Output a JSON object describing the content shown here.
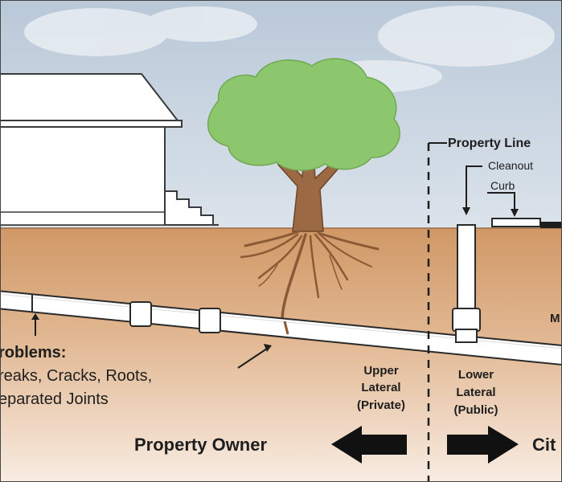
{
  "labels": {
    "property_line": "Property Line",
    "cleanout": "Cleanout",
    "curb": "Curb",
    "m_fragment": "M",
    "problems_title": "roblems:",
    "problems_line1": "reaks, Cracks, Roots,",
    "problems_line2": "eparated Joints",
    "upper": "Upper",
    "upper_lateral": "Lateral",
    "upper_private": "(Private)",
    "lower": "Lower",
    "lower_lateral": "Lateral",
    "lower_public": "(Public)",
    "property_owner": "Property Owner",
    "city_fragment": "Cit"
  },
  "colors": {
    "sky_top": "#b9c8d8",
    "sky_bottom": "#d9e2ea",
    "soil_top": "#d39a6c",
    "soil_bottom": "#f6e7da",
    "tree_canopy": "#8cc66d",
    "trunk": "#9b6a44",
    "root": "#8a5a36",
    "pipe": "#ffffff",
    "outline": "#222222",
    "text": "#1e1e1e"
  },
  "icons": {
    "left_arrow": "arrow-left-icon",
    "right_arrow": "arrow-right-icon"
  }
}
